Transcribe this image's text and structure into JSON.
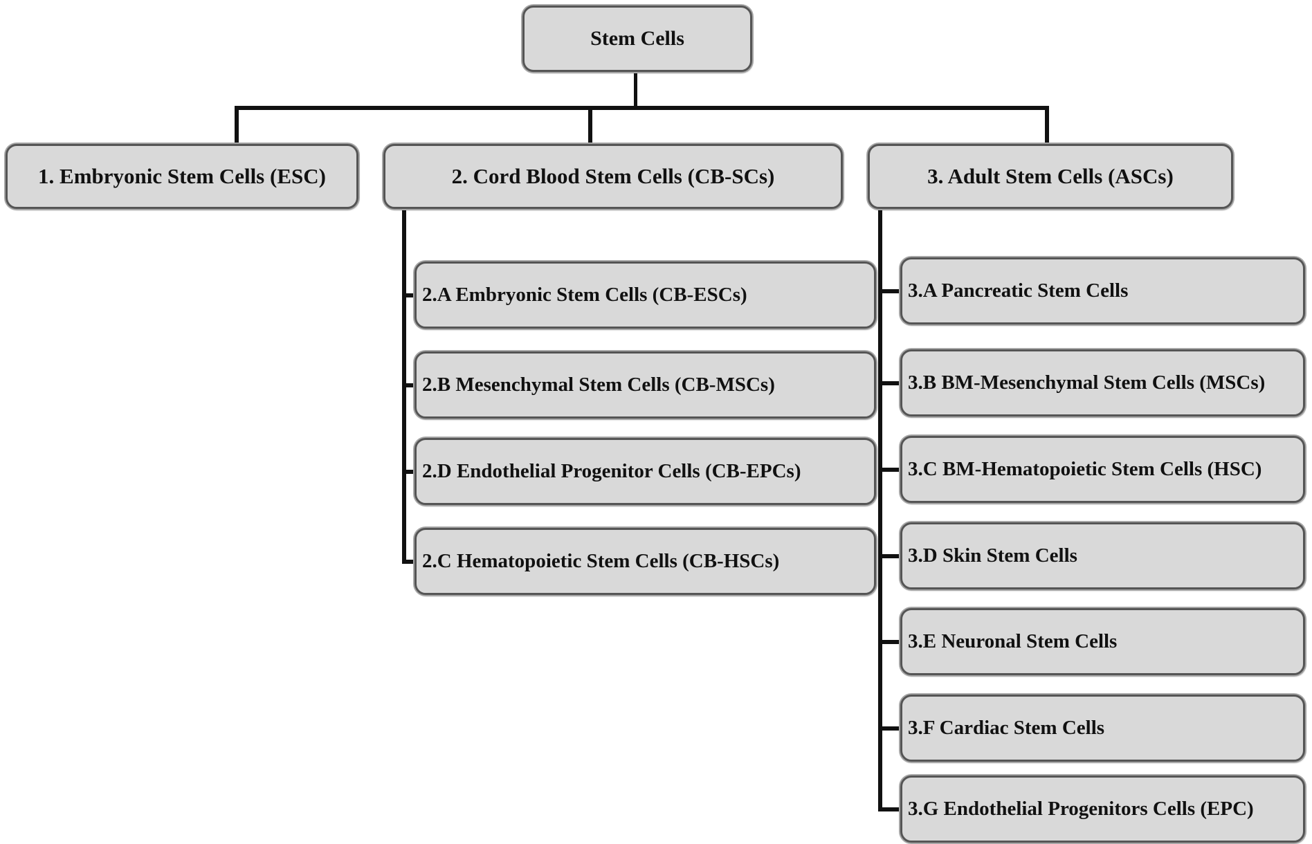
{
  "diagram": {
    "title": "Stem cell classification tree",
    "colors": {
      "box_fill": "#d9d9d9",
      "box_border": "#555555",
      "connector_line": "#111111",
      "text": "#111111",
      "background": "#ffffff"
    },
    "root": {
      "label": "Stem Cells"
    },
    "branches": [
      {
        "label": "1. Embryonic Stem Cells (ESC)",
        "children": []
      },
      {
        "label": "2. Cord Blood Stem Cells (CB-SCs)",
        "children": [
          {
            "label": "2.A Embryonic Stem Cells (CB-ESCs)"
          },
          {
            "label": "2.B Mesenchymal  Stem Cells (CB-MSCs)"
          },
          {
            "label": "2.D Endothelial Progenitor Cells (CB-EPCs)"
          },
          {
            "label": "2.C Hematopoietic Stem Cells (CB-HSCs)"
          }
        ]
      },
      {
        "label": "3. Adult Stem Cells (ASCs)",
        "children": [
          {
            "label": "3.A Pancreatic Stem Cells"
          },
          {
            "label": "3.B BM-Mesenchymal Stem Cells (MSCs)"
          },
          {
            "label": "3.C BM-Hematopoietic Stem Cells (HSC)"
          },
          {
            "label": "3.D Skin Stem Cells"
          },
          {
            "label": "3.E Neuronal Stem Cells"
          },
          {
            "label": "3.F Cardiac Stem Cells"
          },
          {
            "label": "3.G Endothelial Progenitors Cells (EPC)"
          }
        ]
      }
    ]
  }
}
